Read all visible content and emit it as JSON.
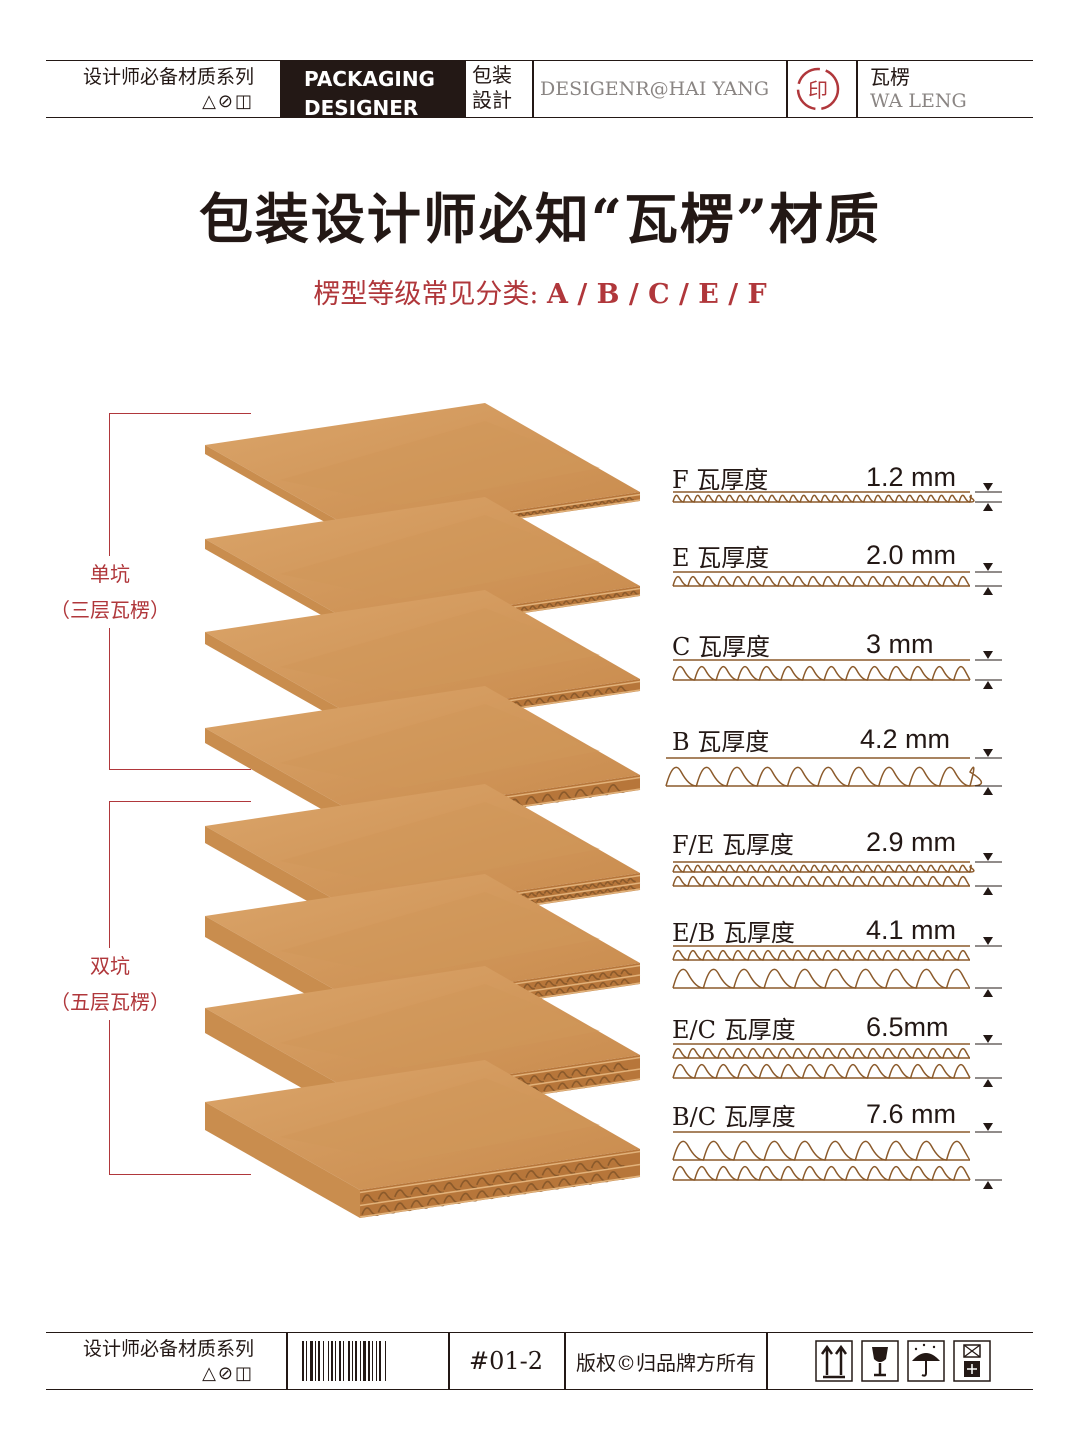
{
  "header": {
    "series": "设计师必备材质系列",
    "symbols": "△⊘◫",
    "brand_line1": "PACKAGING",
    "brand_line2": "DESIGNER",
    "cat_line1": "包装",
    "cat_line2": "設計",
    "designer": "DESIGENR@HAI YANG",
    "stamp": "印",
    "material_cn": "瓦楞",
    "material_en": "WA LENG"
  },
  "title": "包装设计师必知“瓦楞”材质",
  "subtitle_prefix": "楞型等级常见分类: ",
  "subtitle_grades": "A / B / C / E / F",
  "groups": [
    {
      "line1": "单坑",
      "line2": "（三层瓦楞）"
    },
    {
      "line1": "双坑",
      "line2": "（五层瓦楞）"
    }
  ],
  "grades": [
    {
      "label": "F 瓦厚度",
      "thickness": "1.2 mm"
    },
    {
      "label": "E 瓦厚度",
      "thickness": "2.0 mm"
    },
    {
      "label": "C 瓦厚度",
      "thickness": "3 mm"
    },
    {
      "label": "B 瓦厚度",
      "thickness": "4.2 mm"
    },
    {
      "label": "F/E 瓦厚度",
      "thickness": "2.9 mm"
    },
    {
      "label": "E/B 瓦厚度",
      "thickness": "4.1 mm"
    },
    {
      "label": "E/C 瓦厚度",
      "thickness": "6.5mm"
    },
    {
      "label": "B/C 瓦厚度",
      "thickness": "7.6 mm"
    }
  ],
  "footer": {
    "series": "设计师必备材质系列",
    "symbols": "△⊘◫",
    "code": "#01-2",
    "copyright": "版权©归品牌方所有",
    "icons": [
      "this-way-up-icon",
      "fragile-icon",
      "keep-dry-icon",
      "stacking-limit-icon"
    ]
  },
  "colors": {
    "accent": "#b0373b",
    "kraft_top": "#d9a164",
    "kraft_edge": "#c98d4e",
    "flute": "#8b5a2b"
  }
}
